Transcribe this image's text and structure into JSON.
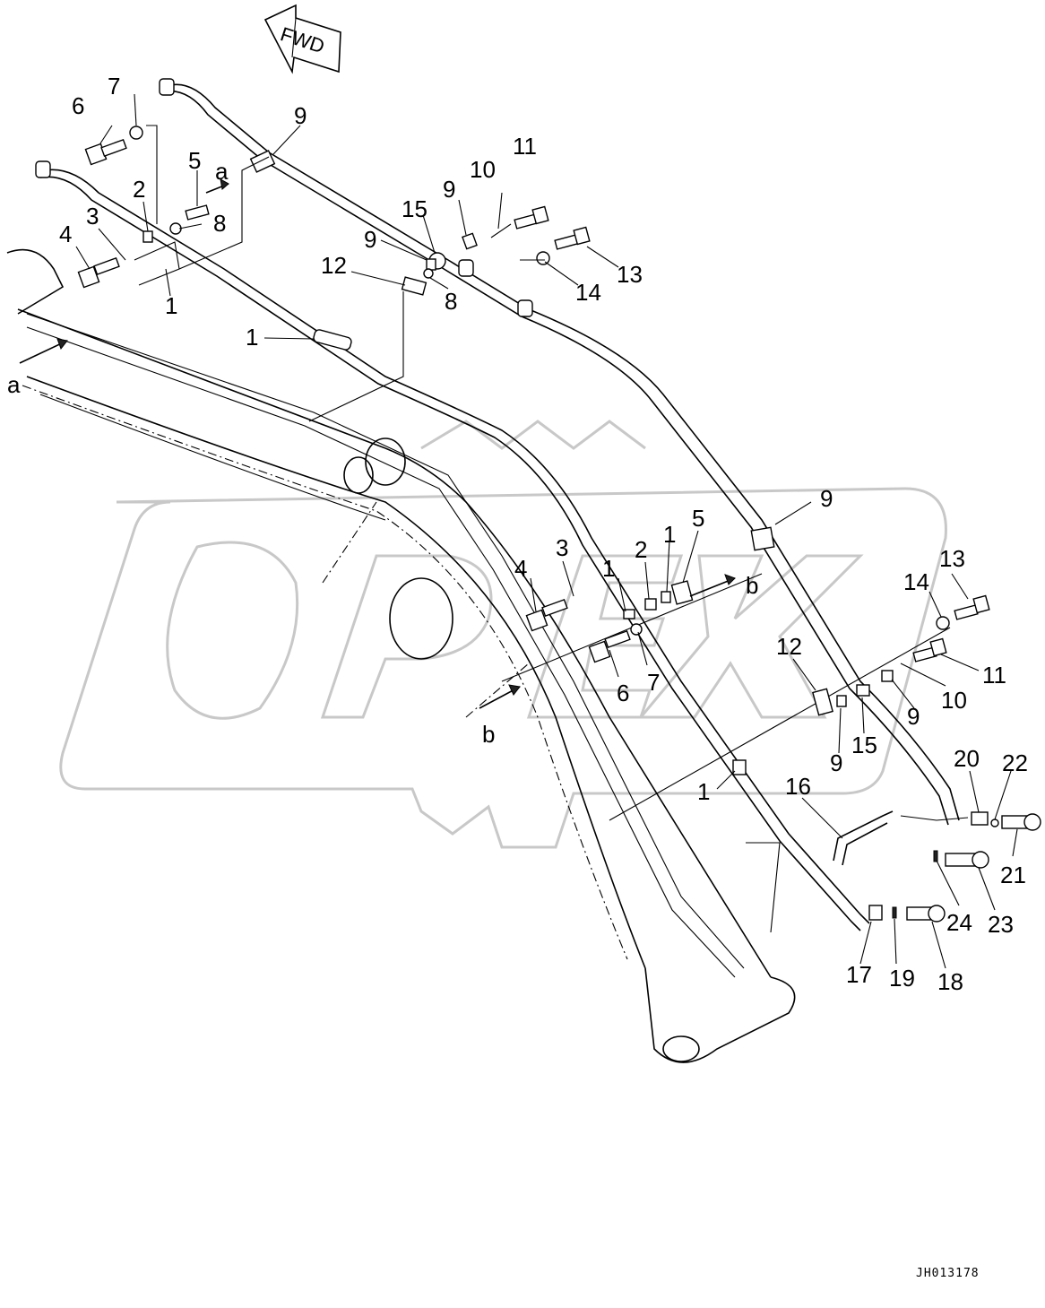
{
  "orientation_label": "FWD",
  "drawing_number": "JH013178",
  "detail_labels": {
    "a_top": "a",
    "a_left": "a",
    "b_right": "b",
    "b_left": "b"
  },
  "callouts": {
    "c6_top": "6",
    "c7_top": "7",
    "c9_top": "9",
    "c5_top": "5",
    "c2_top": "2",
    "c8_top": "8",
    "c3_top": "3",
    "c4_top": "4",
    "c1_top": "1",
    "c11_top": "11",
    "c10_top": "10",
    "c9_mid": "9",
    "c15_top": "15",
    "c9_mid2": "9",
    "c12_top": "12",
    "c8_mid": "8",
    "c13_top": "13",
    "c14_top": "14",
    "c1_mid": "1",
    "c9_right": "9",
    "c3_lower": "3",
    "c2_lower": "2",
    "c1_lower_a": "1",
    "c5_lower": "5",
    "c1_lower_b": "1",
    "c4_lower": "4",
    "c7_lower": "7",
    "c6_lower": "6",
    "c13_lower": "13",
    "c14_lower": "14",
    "c12_lower": "12",
    "c11_lower": "11",
    "c10_lower": "10",
    "c9_lower_a": "9",
    "c9_lower_b": "9",
    "c15_lower": "15",
    "c1_bottom": "1",
    "c16": "16",
    "c20": "20",
    "c22": "22",
    "c21": "21",
    "c24": "24",
    "c23": "23",
    "c17": "17",
    "c19": "19",
    "c18": "18"
  }
}
